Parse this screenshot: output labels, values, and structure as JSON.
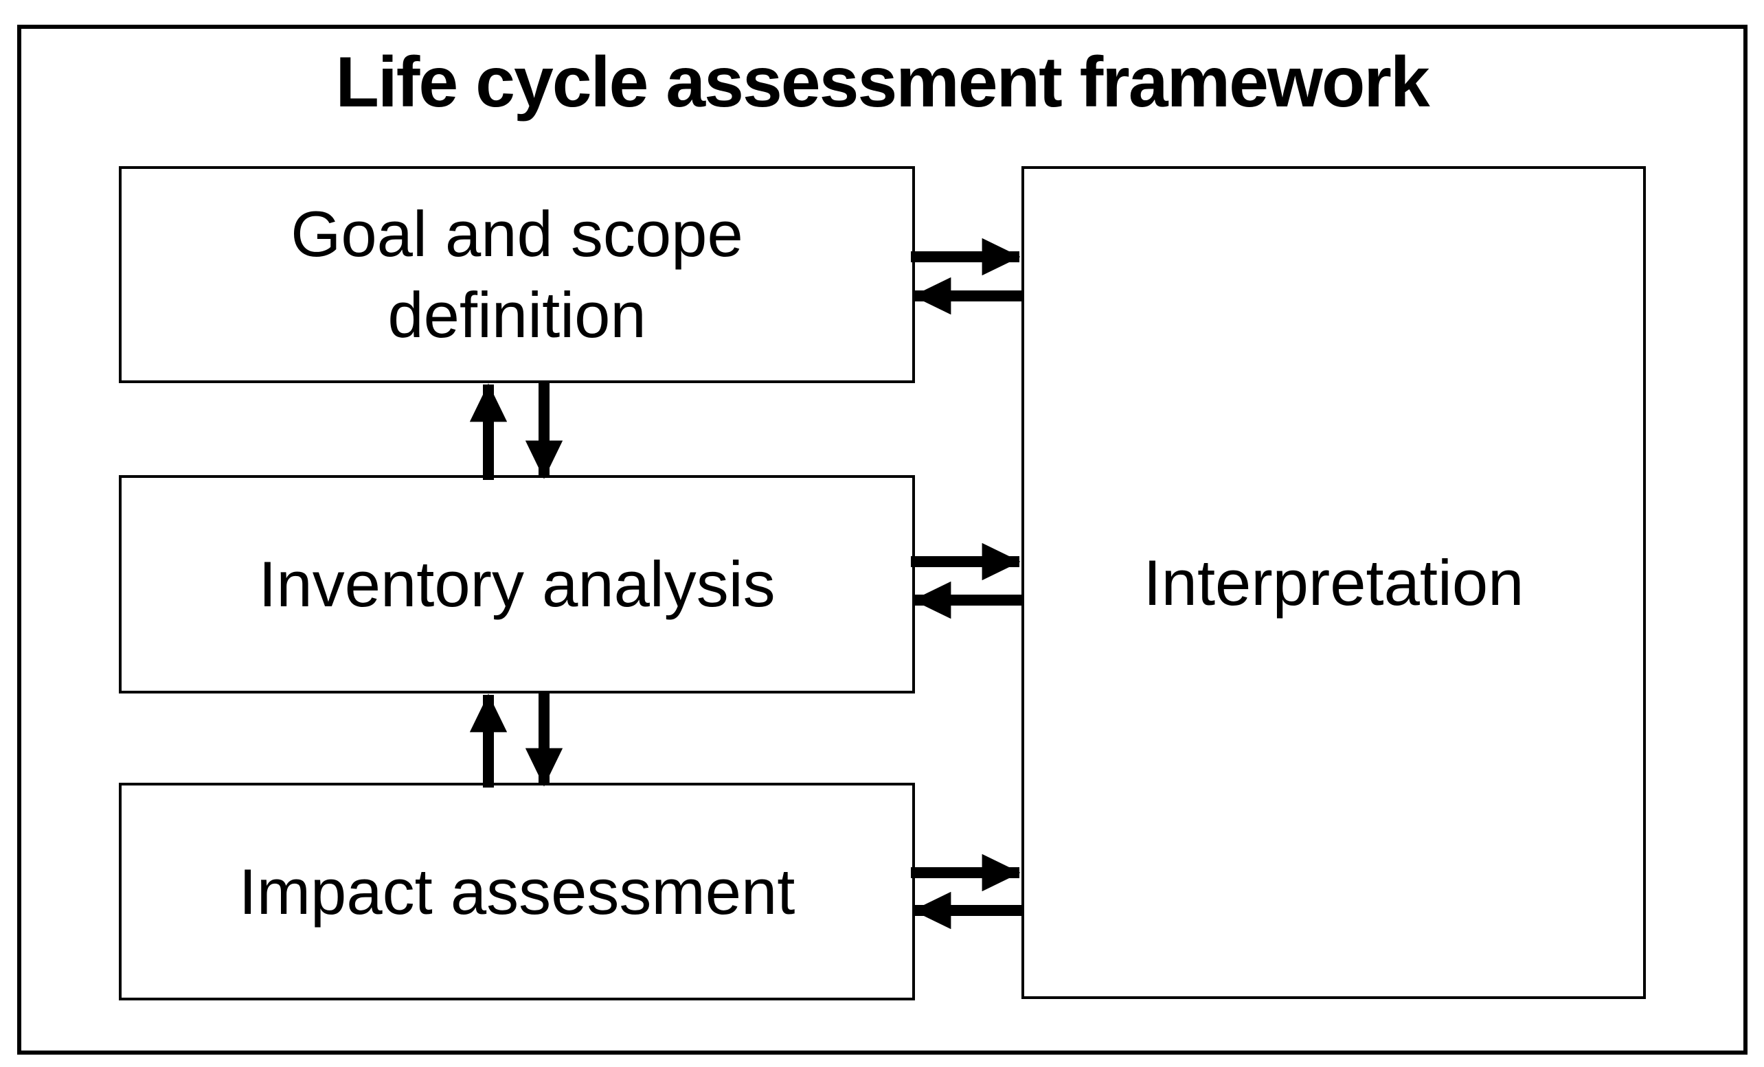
{
  "figure": {
    "title": "Life cycle assessment framework",
    "boxes": {
      "goal_scope": {
        "lines": [
          "Goal and scope",
          "definition"
        ]
      },
      "inventory": {
        "label": "Inventory analysis"
      },
      "impact": {
        "label": "Impact assessment"
      },
      "interpretation": {
        "label": "Interpretation"
      }
    },
    "edges": [
      {
        "from": "Goal and scope definition",
        "to": "Inventory analysis",
        "style": "bidirectional-vertical-arrow-pair"
      },
      {
        "from": "Inventory analysis",
        "to": "Impact assessment",
        "style": "bidirectional-vertical-arrow-pair"
      },
      {
        "from": "Goal and scope definition",
        "to": "Interpretation",
        "style": "bidirectional-horizontal-arrow-pair"
      },
      {
        "from": "Inventory analysis",
        "to": "Interpretation",
        "style": "bidirectional-horizontal-arrow-pair"
      },
      {
        "from": "Impact assessment",
        "to": "Interpretation",
        "style": "bidirectional-horizontal-arrow-pair"
      }
    ],
    "colors": {
      "ink": "#000000",
      "background": "#ffffff"
    }
  }
}
